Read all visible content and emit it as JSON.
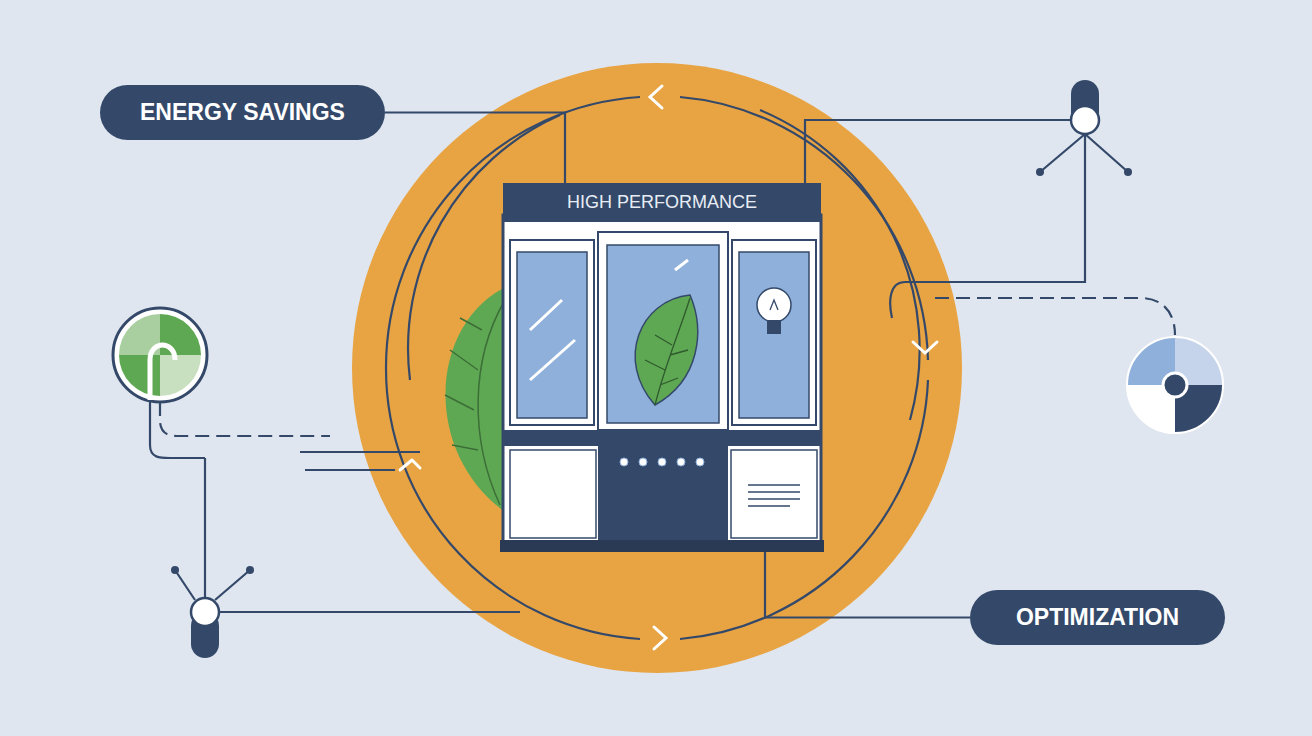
{
  "diagram": {
    "nodes": [
      {
        "text": [
          "ENERGY SAVINGS"
        ]
      },
      {
        "text": [
          "HIGH PERFORMANCE"
        ]
      },
      {
        "text": [
          "OPTIMIZATION"
        ]
      }
    ],
    "edges": [
      {
        "from": 0,
        "to": 1,
        "arrow": "none"
      },
      {
        "from": 1,
        "to": 2,
        "arrow": "none"
      }
    ]
  }
}
